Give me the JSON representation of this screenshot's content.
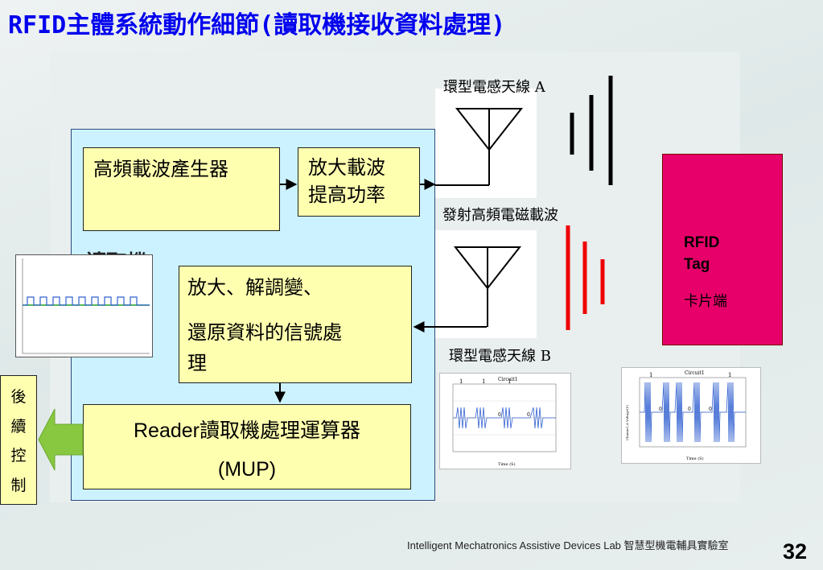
{
  "slide": {
    "title": "RFID主體系統動作細節(讀取機接收資料處理)",
    "page_number": "32",
    "footer": "Intelligent Mechatronics Assistive Devices Lab 智慧型機電輔具實驗室"
  },
  "reader": {
    "label": "讀取機",
    "blocks": {
      "carrier_generator": "高頻載波產生器",
      "amplifier_line1": "放大載波",
      "amplifier_line2": "提高功率",
      "demod_line1": "放大、解調變、",
      "demod_line2": "還原資料的信號處",
      "demod_line3": "理",
      "mup_line1": "Reader讀取機處理運算器",
      "mup_line2": "(MUP)"
    }
  },
  "side_control": [
    "後",
    "續",
    "控",
    "制"
  ],
  "antennas": {
    "a_label": "環型電感天線 A",
    "emit_label": "發射高頻電磁載波",
    "b_label": "環型電感天線 B"
  },
  "tag": {
    "title_line1": "RFID",
    "title_line2": "Tag",
    "subtitle": "卡片端"
  },
  "waveforms": {
    "left_circuit": "Circuit1",
    "right_circuit": "Circuit1",
    "right_ylabel": "Channel_A Voltage(V)",
    "x_axis": "Time (S)",
    "bit_one": "1",
    "bit_zero": "0",
    "left_bits": [
      "1",
      "1",
      "1",
      "0",
      "0"
    ],
    "right_bits": [
      "1",
      "0",
      "0",
      "0",
      "1"
    ],
    "colors": {
      "trace": "#3060d0",
      "signal_green": "#22a022",
      "antenna_red": "#ee0000"
    }
  }
}
